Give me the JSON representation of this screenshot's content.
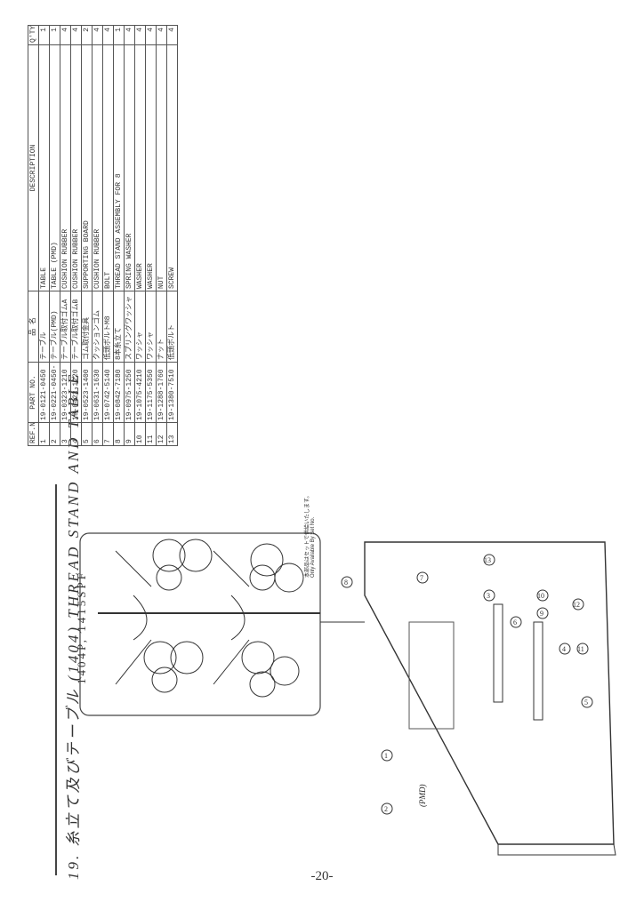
{
  "header": {
    "section_title": "19. 糸立て及びテーブル (1404)   THREAD STAND AND TABLE",
    "models": "1404P, 1415SPF"
  },
  "parts_table": {
    "headers": [
      "REF.NO",
      "PART NO.",
      "品 名",
      "DESCRIPTION",
      "Q'TY"
    ],
    "rows": [
      {
        "ref": "1",
        "part": "19-0121-0450",
        "name": "テーブル",
        "desc": "TABLE",
        "qty": "1"
      },
      {
        "ref": "2",
        "part": "19-0221-0450-",
        "name": "テーブル(PMD)",
        "desc": "TABLE (PMD)",
        "qty": "1"
      },
      {
        "ref": "3",
        "part": "19-0323-1210",
        "name": "テーブル取付ゴムA",
        "desc": "CUSHION RUBBER",
        "qty": "4"
      },
      {
        "ref": "4",
        "part": "19-0423-1220",
        "name": "テーブル取付ゴムB",
        "desc": "CUSHION RUBBER",
        "qty": "4"
      },
      {
        "ref": "5",
        "part": "19-0523-1400",
        "name": "ゴム取付金具",
        "desc": "SUPPORTING BOARD",
        "qty": "2"
      },
      {
        "ref": "6",
        "part": "19-0631-1630",
        "name": "クッションゴム",
        "desc": "CUSHION RUBBER",
        "qty": "4"
      },
      {
        "ref": "7",
        "part": "19-0742-5140",
        "name": "低頭ボルトM8",
        "desc": "BOLT",
        "qty": "4"
      },
      {
        "ref": "8",
        "part": "19-0842-7180",
        "name": "8本糸立て",
        "desc": "THREAD STAND ASSEMBLY FOR 8",
        "qty": "1"
      },
      {
        "ref": "9",
        "part": "19-0975-1250",
        "name": "スプリングワッシャ",
        "desc": "SPRING WASHER",
        "qty": "4"
      },
      {
        "ref": "10",
        "part": "19-1075-4210",
        "name": "ワッシャ",
        "desc": "WASHER",
        "qty": "4"
      },
      {
        "ref": "11",
        "part": "19-1175-5350",
        "name": "ワッシャ",
        "desc": "WASHER",
        "qty": "4"
      },
      {
        "ref": "12",
        "part": "19-1288-1760",
        "name": "ナット",
        "desc": "NUT",
        "qty": "4"
      },
      {
        "ref": "13",
        "part": "19-1380-7510",
        "name": "低頭ボルト",
        "desc": "SCREW",
        "qty": "4"
      }
    ]
  },
  "diagram": {
    "note_jp": "本部品はセットで供給いたします。",
    "note_en": "Only Available By Set No.",
    "pmd_label": "(PMD)",
    "callouts": [
      "1",
      "2",
      "3",
      "4",
      "5",
      "6",
      "7",
      "8",
      "9",
      "10",
      "11",
      "12",
      "13"
    ]
  },
  "footer": {
    "page_number": "-20-"
  }
}
